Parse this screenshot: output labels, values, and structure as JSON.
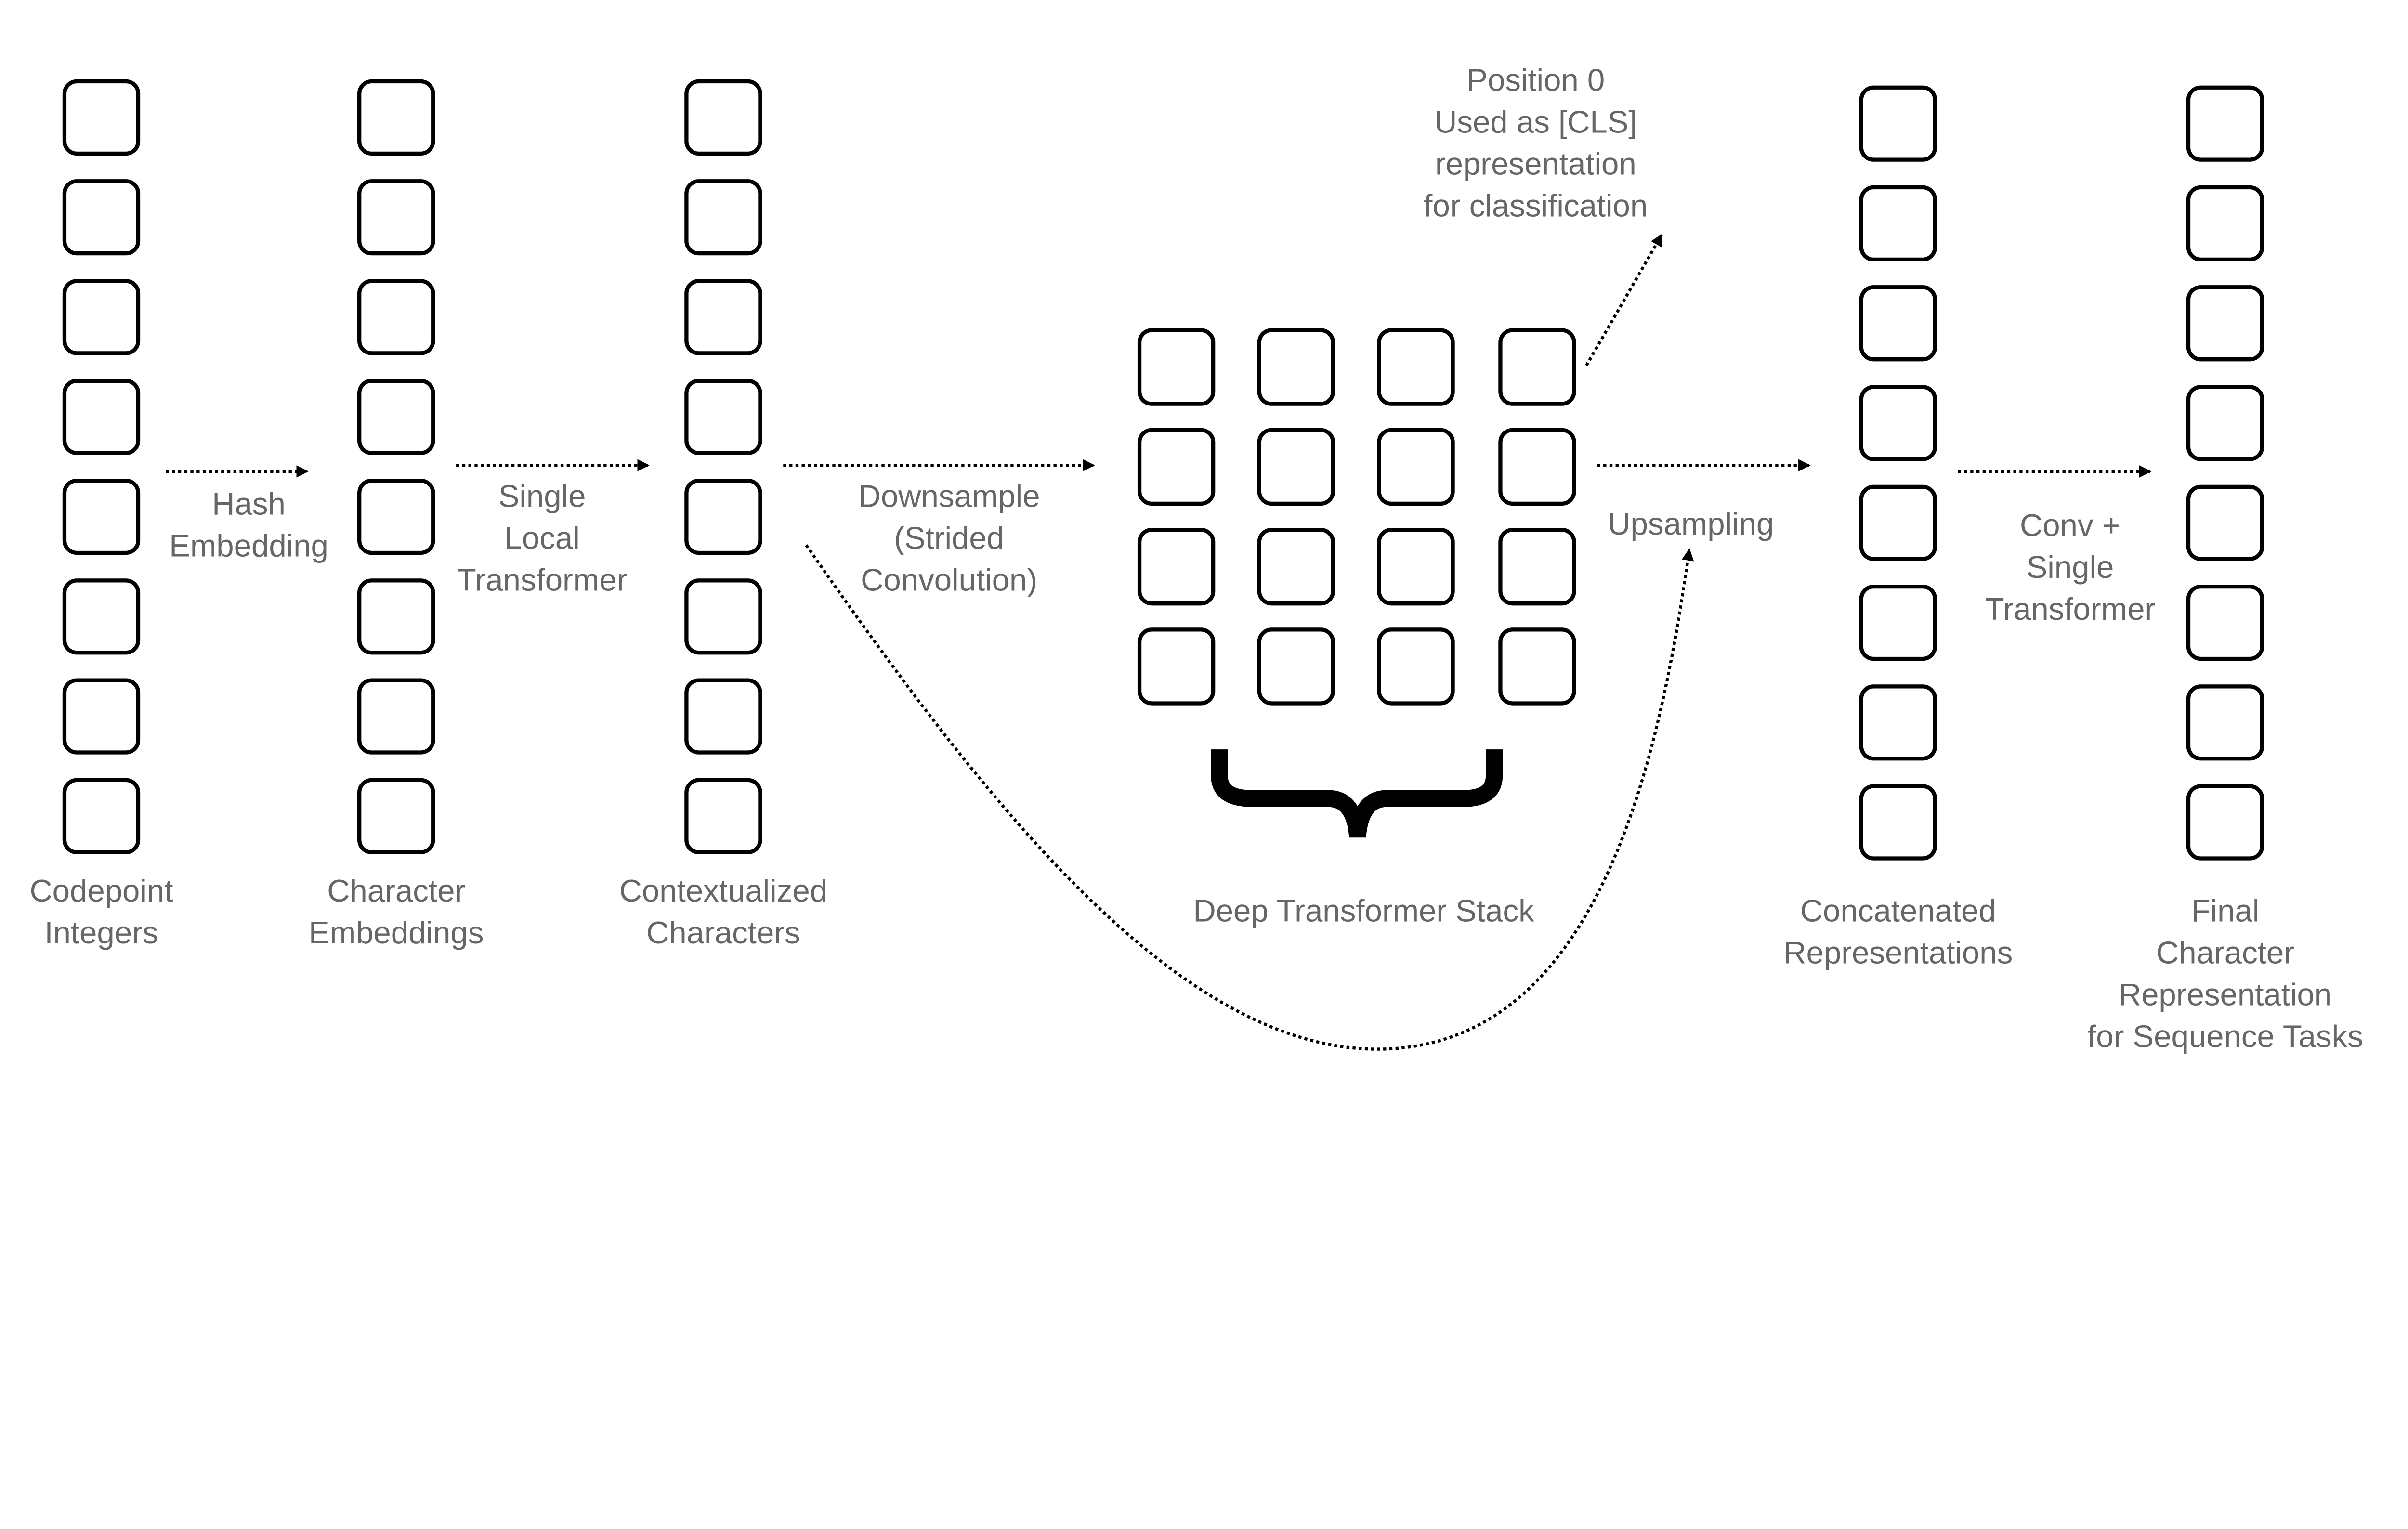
{
  "colors": {
    "box_stroke": "#000000",
    "label_text": "#666666",
    "background": "#ffffff"
  },
  "columns": [
    {
      "id": "codepoint",
      "label": [
        "Codepoint",
        "Integers"
      ],
      "cells": 8
    },
    {
      "id": "char-emb",
      "label": [
        "Character",
        "Embeddings"
      ],
      "cells": 8
    },
    {
      "id": "contextualized",
      "label": [
        "Contextualized",
        "Characters"
      ],
      "cells": 8
    },
    {
      "id": "concatenated",
      "label": [
        "Concatenated",
        "Representations"
      ],
      "cells": 8
    },
    {
      "id": "final",
      "label": [
        "Final",
        "Character",
        "Representation",
        "for Sequence Tasks"
      ],
      "cells": 8
    }
  ],
  "grid": {
    "rows": 4,
    "cols": 4,
    "label": "Deep Transformer Stack"
  },
  "edges": {
    "hash": [
      "Hash",
      "Embedding"
    ],
    "local": [
      "Single",
      "Local",
      "Transformer"
    ],
    "downsample": [
      "Downsample",
      "(Strided",
      "Convolution)"
    ],
    "upsampling": [
      "Upsampling"
    ],
    "conv": [
      "Conv +",
      "Single",
      "Transformer"
    ],
    "cls": [
      "Position 0",
      "Used as [CLS]",
      "representation",
      "for classification"
    ]
  }
}
